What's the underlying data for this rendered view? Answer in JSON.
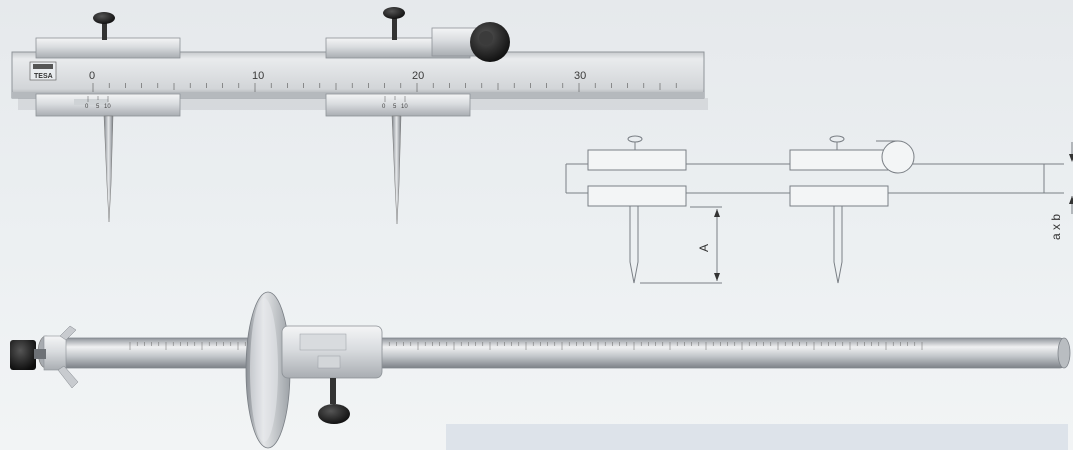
{
  "logo": {
    "text": "TESA"
  },
  "main_scale": {
    "labels": [
      "0",
      "10",
      "20",
      "30"
    ]
  },
  "vernier": {
    "labels": [
      "0",
      "5",
      "10"
    ]
  },
  "diagram": {
    "label_a": "A",
    "label_axb": "a x b"
  }
}
